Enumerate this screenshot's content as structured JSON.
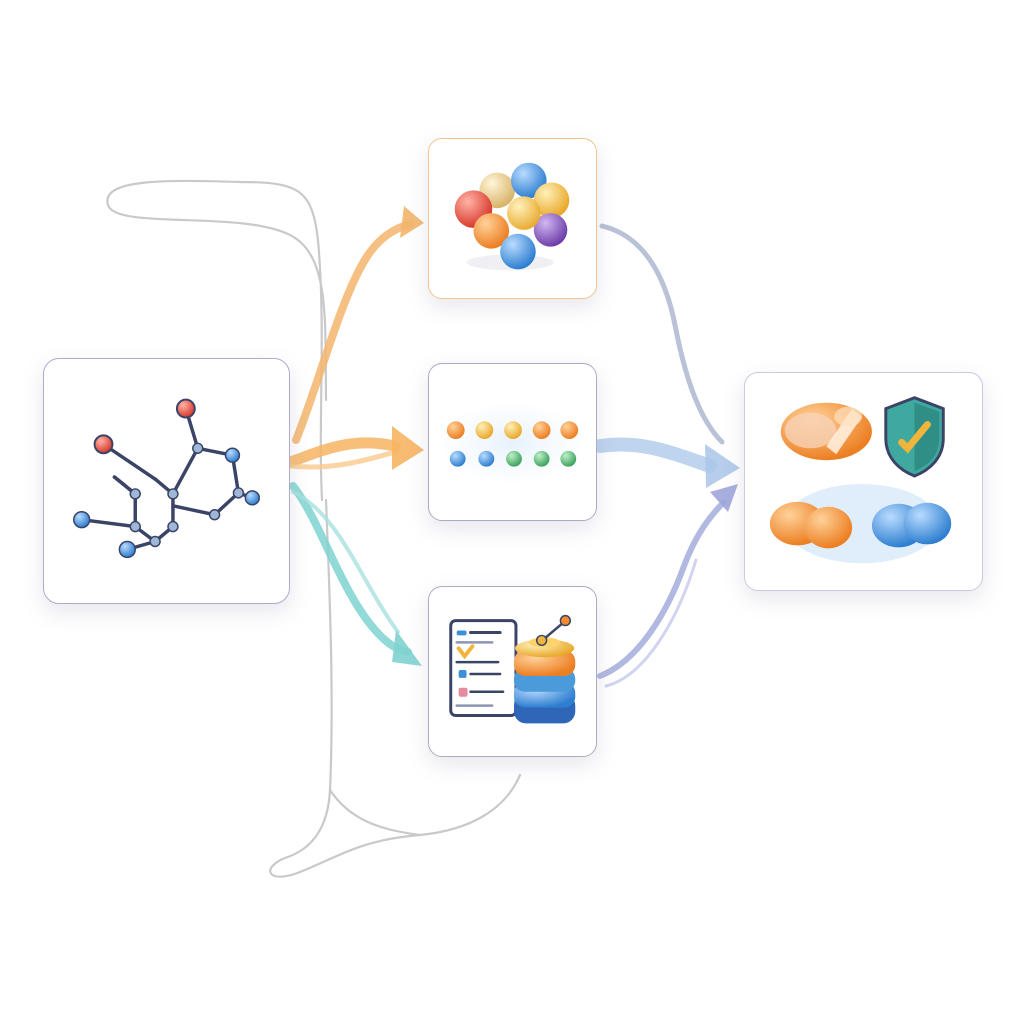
{
  "diagram": {
    "nodes": [
      {
        "id": "molecule",
        "icon": "molecule-structure-icon"
      },
      {
        "id": "cluster",
        "icon": "atom-cluster-icon"
      },
      {
        "id": "sequence",
        "icon": "dot-sequence-icon"
      },
      {
        "id": "database",
        "icon": "document-database-icon"
      },
      {
        "id": "output",
        "icon": "capsule-shield-icon"
      }
    ],
    "edges": [
      {
        "from": "molecule",
        "to": "cluster",
        "color": "#f3b56b"
      },
      {
        "from": "molecule",
        "to": "sequence",
        "color": "#f7b463"
      },
      {
        "from": "molecule",
        "to": "database",
        "color": "#7fd3d0"
      },
      {
        "from": "cluster",
        "to": "output",
        "color": "#a8b3cc"
      },
      {
        "from": "sequence",
        "to": "output",
        "color": "#a9c6e8"
      },
      {
        "from": "database",
        "to": "output",
        "color": "#9ea6da"
      }
    ],
    "colors": {
      "orange": "#f28a2e",
      "red": "#e2453a",
      "blue": "#3d8fd8",
      "green": "#4caf6a",
      "purple": "#7a4fb0",
      "yellow": "#f2b53b",
      "teal": "#3fa9a0",
      "navy": "#3b4466"
    }
  }
}
